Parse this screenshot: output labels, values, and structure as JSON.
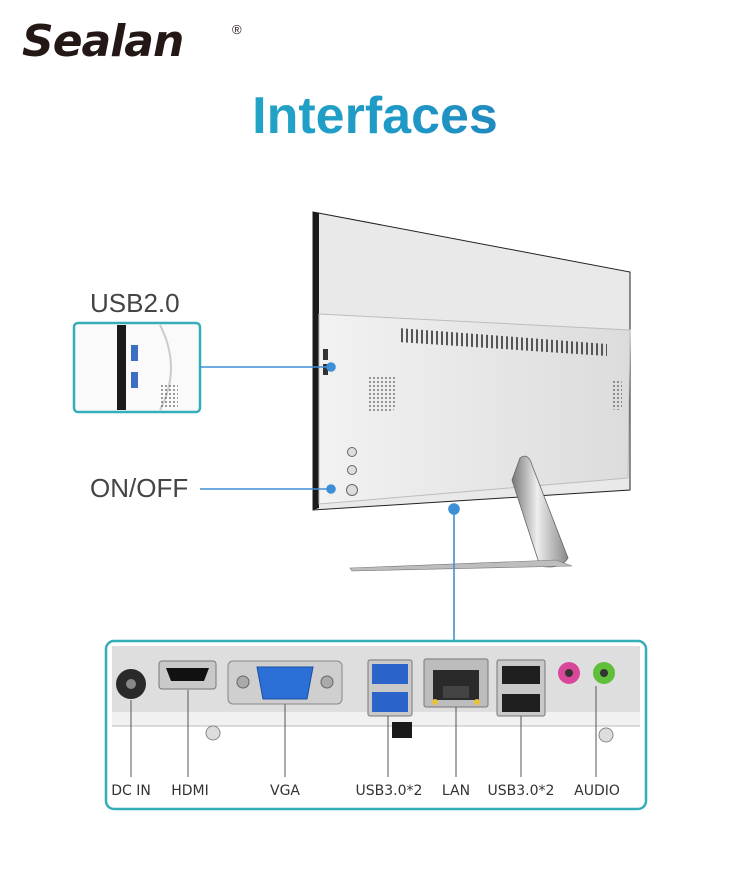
{
  "brand": {
    "name": "Sealan",
    "reg_mark": "®"
  },
  "title": "Interfaces",
  "callouts": {
    "usb2": "USB2.0",
    "on_off": "ON/OFF"
  },
  "ports": {
    "dc_in": "DC IN",
    "hdmi": "HDMI",
    "vga": "VGA",
    "usb3_left": "USB3.0*2",
    "lan": "LAN",
    "usb3_right": "USB3.0*2",
    "audio": "AUDIO"
  },
  "colors": {
    "accent_blue": "#3d8fd6",
    "panel_border": "#34aeb7",
    "usb3_blue": "#2a64c8",
    "vga_blue": "#2c6fd6",
    "audio_pink": "#d9479b",
    "audio_green": "#5fbf3a"
  }
}
